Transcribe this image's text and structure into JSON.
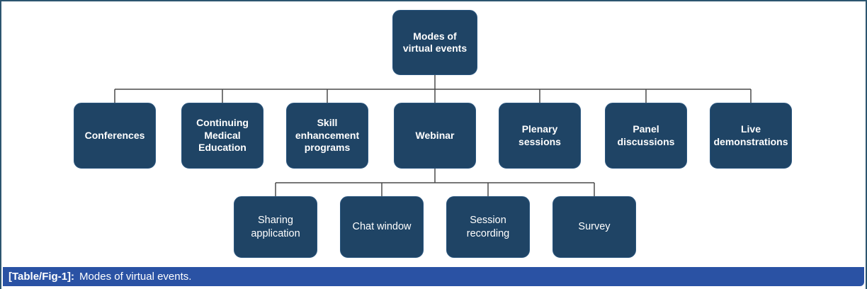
{
  "figure": {
    "caption": {
      "label": "[Table/Fig-1]:",
      "text": "Modes of virtual events."
    }
  },
  "colors": {
    "node_fill": "#1f4465",
    "node_text": "#ffffff",
    "caption_bar": "#2a52a4",
    "caption_text": "#ffffff",
    "connector_line": "#4a4a4a",
    "frame_border": "#2c5570"
  },
  "diagram": {
    "type": "org-chart",
    "root": {
      "label": "Modes of\nvirtual events"
    },
    "level1": [
      {
        "label": "Conferences"
      },
      {
        "label": "Continuing\nMedical\nEducation"
      },
      {
        "label": "Skill\nenhancement\nprograms"
      },
      {
        "label": "Webinar"
      },
      {
        "label": "Plenary\nsessions"
      },
      {
        "label": "Panel\ndiscussions"
      },
      {
        "label": "Live\ndemonstrations"
      }
    ],
    "webinar_children": [
      {
        "label": "Sharing\napplication"
      },
      {
        "label": "Chat window"
      },
      {
        "label": "Session\nrecording"
      },
      {
        "label": "Survey"
      }
    ]
  }
}
